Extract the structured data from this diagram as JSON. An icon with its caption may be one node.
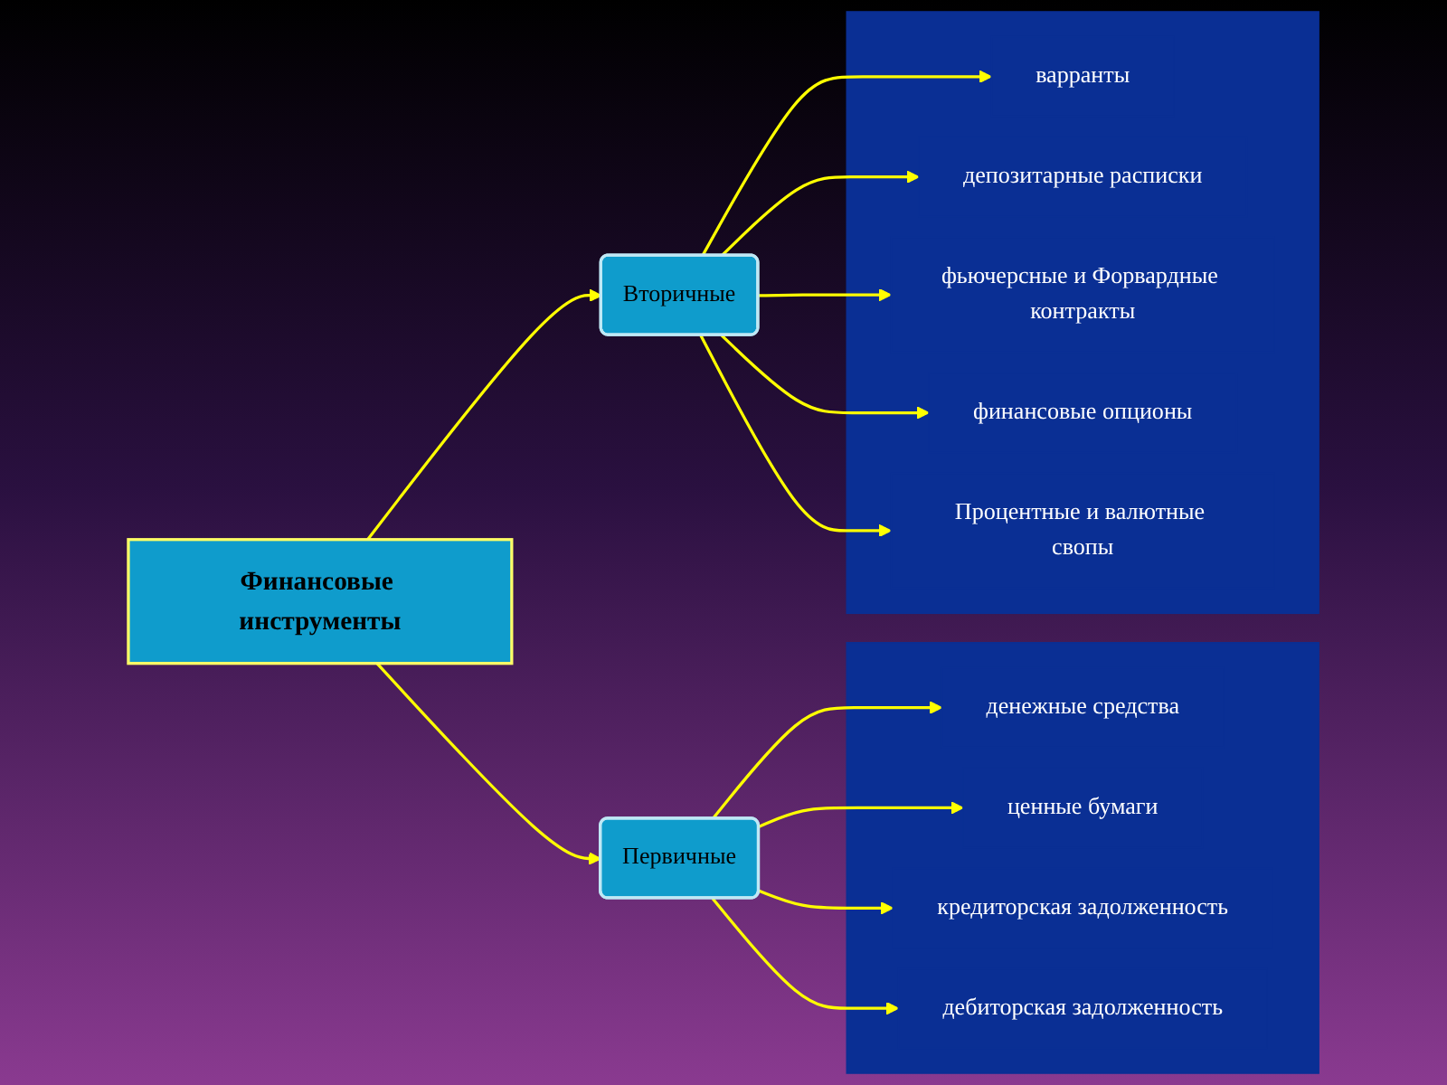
{
  "diagram": {
    "nodes": [
      {
        "text": [
          "Финансовые инструменты"
        ]
      },
      {
        "text": [
          "Первичные"
        ]
      },
      {
        "text": [
          "Вторичные"
        ]
      },
      {
        "text": [],
        "shape": "box"
      },
      {
        "text": [
          "денежные средства"
        ],
        "in": 3
      },
      {
        "text": [
          "ценные бумаги"
        ],
        "in": 3
      },
      {
        "text": [
          "кредиторская задолженность"
        ],
        "in": 3
      },
      {
        "text": [
          "дебиторская задолженность"
        ],
        "in": 3
      },
      {
        "text": [],
        "shape": "box"
      },
      {
        "text": [
          "варранты"
        ],
        "in": 8
      },
      {
        "text": [
          "депозитарные расписки"
        ],
        "in": 8
      },
      {
        "text": [
          "фьючерсные и Форвардные контракты"
        ],
        "in": 8
      },
      {
        "text": [
          "финансовые опционы"
        ],
        "in": 8
      },
      {
        "text": [
          "Процентные и валютные свопы"
        ],
        "in": 8
      }
    ],
    "edges": [
      {
        "from": 0,
        "to": 1,
        "arrow": "to"
      },
      {
        "from": 0,
        "to": 2,
        "arrow": "to"
      },
      {
        "from": 1,
        "to": 4,
        "arrow": "to"
      },
      {
        "from": 1,
        "to": 5,
        "arrow": "to"
      },
      {
        "from": 1,
        "to": 6,
        "arrow": "to"
      },
      {
        "from": 1,
        "to": 7,
        "arrow": "to"
      },
      {
        "from": 2,
        "to": 9,
        "arrow": "to"
      },
      {
        "from": 2,
        "to": 10,
        "arrow": "to"
      },
      {
        "from": 2,
        "to": 11,
        "arrow": "to"
      },
      {
        "from": 2,
        "to": 12,
        "arrow": "to"
      },
      {
        "from": 2,
        "to": 13,
        "arrow": "to"
      }
    ]
  }
}
